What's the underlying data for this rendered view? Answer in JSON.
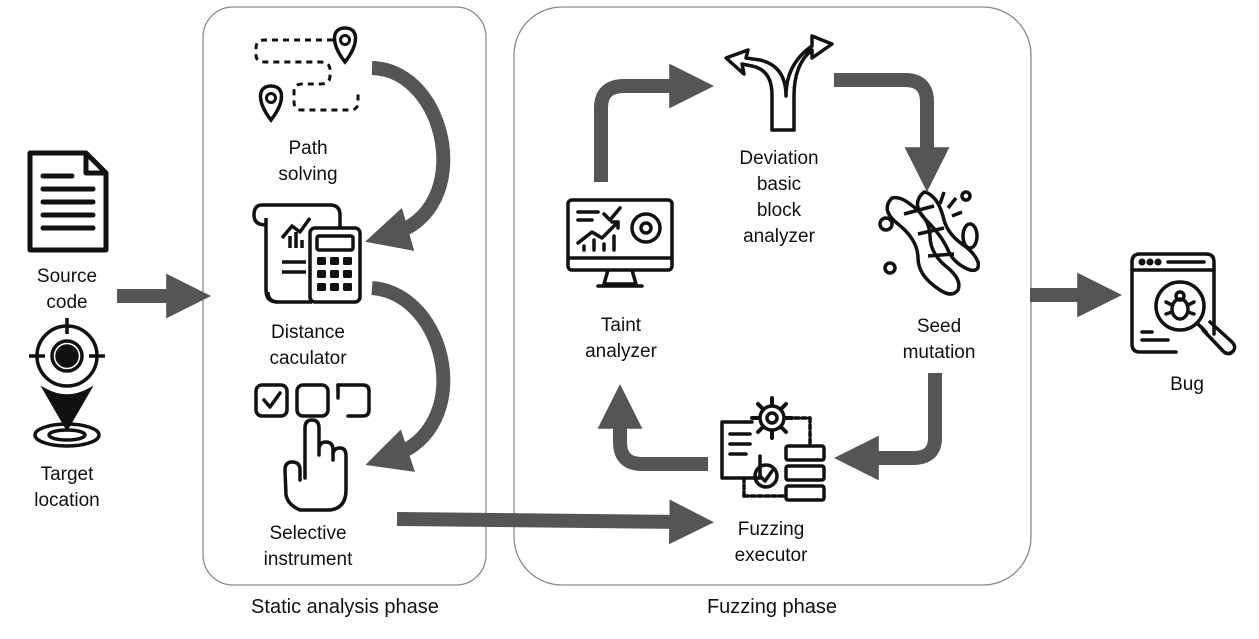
{
  "labels": {
    "source_code": "Source\ncode",
    "target_location": "Target\nlocation",
    "path_solving": "Path\nsolving",
    "distance_calculator": "Distance\ncaculator",
    "selective_instrument": "Selective\ninstrument",
    "deviation_analyzer": "Deviation\nbasic\nblock\nanalyzer",
    "taint_analyzer": "Taint\nanalyzer",
    "seed_mutation": "Seed\nmutation",
    "fuzzing_executor": "Fuzzing\nexecutor",
    "bug": "Bug"
  },
  "phases": {
    "static": "Static analysis phase",
    "fuzzing": "Fuzzing phase"
  },
  "icons": {
    "source_code": "document-icon",
    "target_location": "target-crosshair-icon",
    "path_solving": "map-route-icon",
    "distance_calculator": "calculator-receipt-icon",
    "selective_instrument": "checkbox-hand-icon",
    "deviation_analyzer": "branch-arrows-icon",
    "taint_analyzer": "analytics-monitor-icon",
    "seed_mutation": "dna-icon",
    "fuzzing_executor": "gear-flowchart-icon",
    "bug": "bug-search-icon"
  },
  "colors": {
    "arrow": "#555555",
    "panel_border": "#8a8a8a",
    "icon": "#111111"
  }
}
